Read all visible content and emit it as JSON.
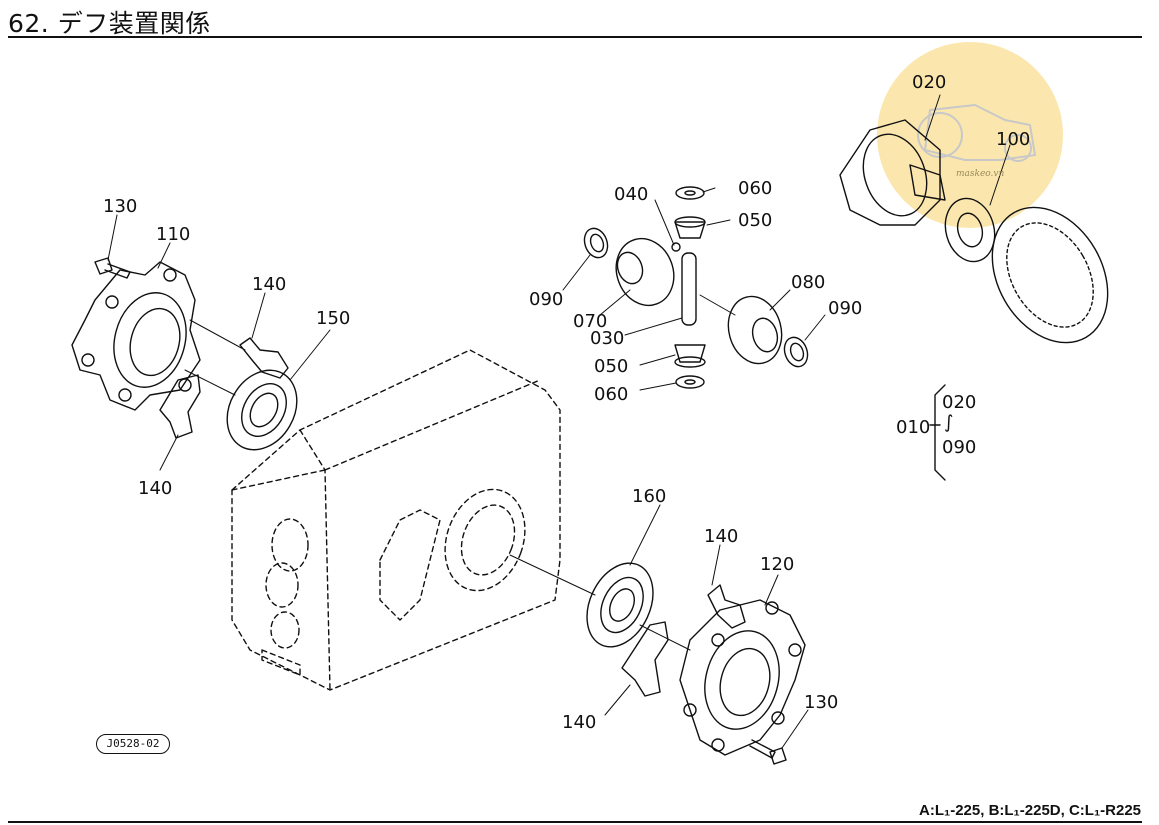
{
  "header": {
    "title": "62. デフ装置関係"
  },
  "labels": {
    "l130a": "130",
    "l110": "110",
    "l140a": "140",
    "l150": "150",
    "l140b": "140",
    "l040": "040",
    "l060a": "060",
    "l050a": "050",
    "l090a": "090",
    "l070": "070",
    "l030": "030",
    "l080": "080",
    "l090b": "090",
    "l050b": "050",
    "l060b": "060",
    "l020": "020",
    "l100": "100",
    "l010": "010",
    "l020b": "020",
    "l090c": "090",
    "l160": "160",
    "l140c": "140",
    "l120": "120",
    "l140d": "140",
    "l130b": "130"
  },
  "figure_code": "J0528-02",
  "watermark_text": "maskeo.vn",
  "footer": {
    "models": "A:L₁-225, B:L₁-225D, C:L₁-R225"
  },
  "colors": {
    "ink": "#111111",
    "watermark": "#f7d36b"
  }
}
